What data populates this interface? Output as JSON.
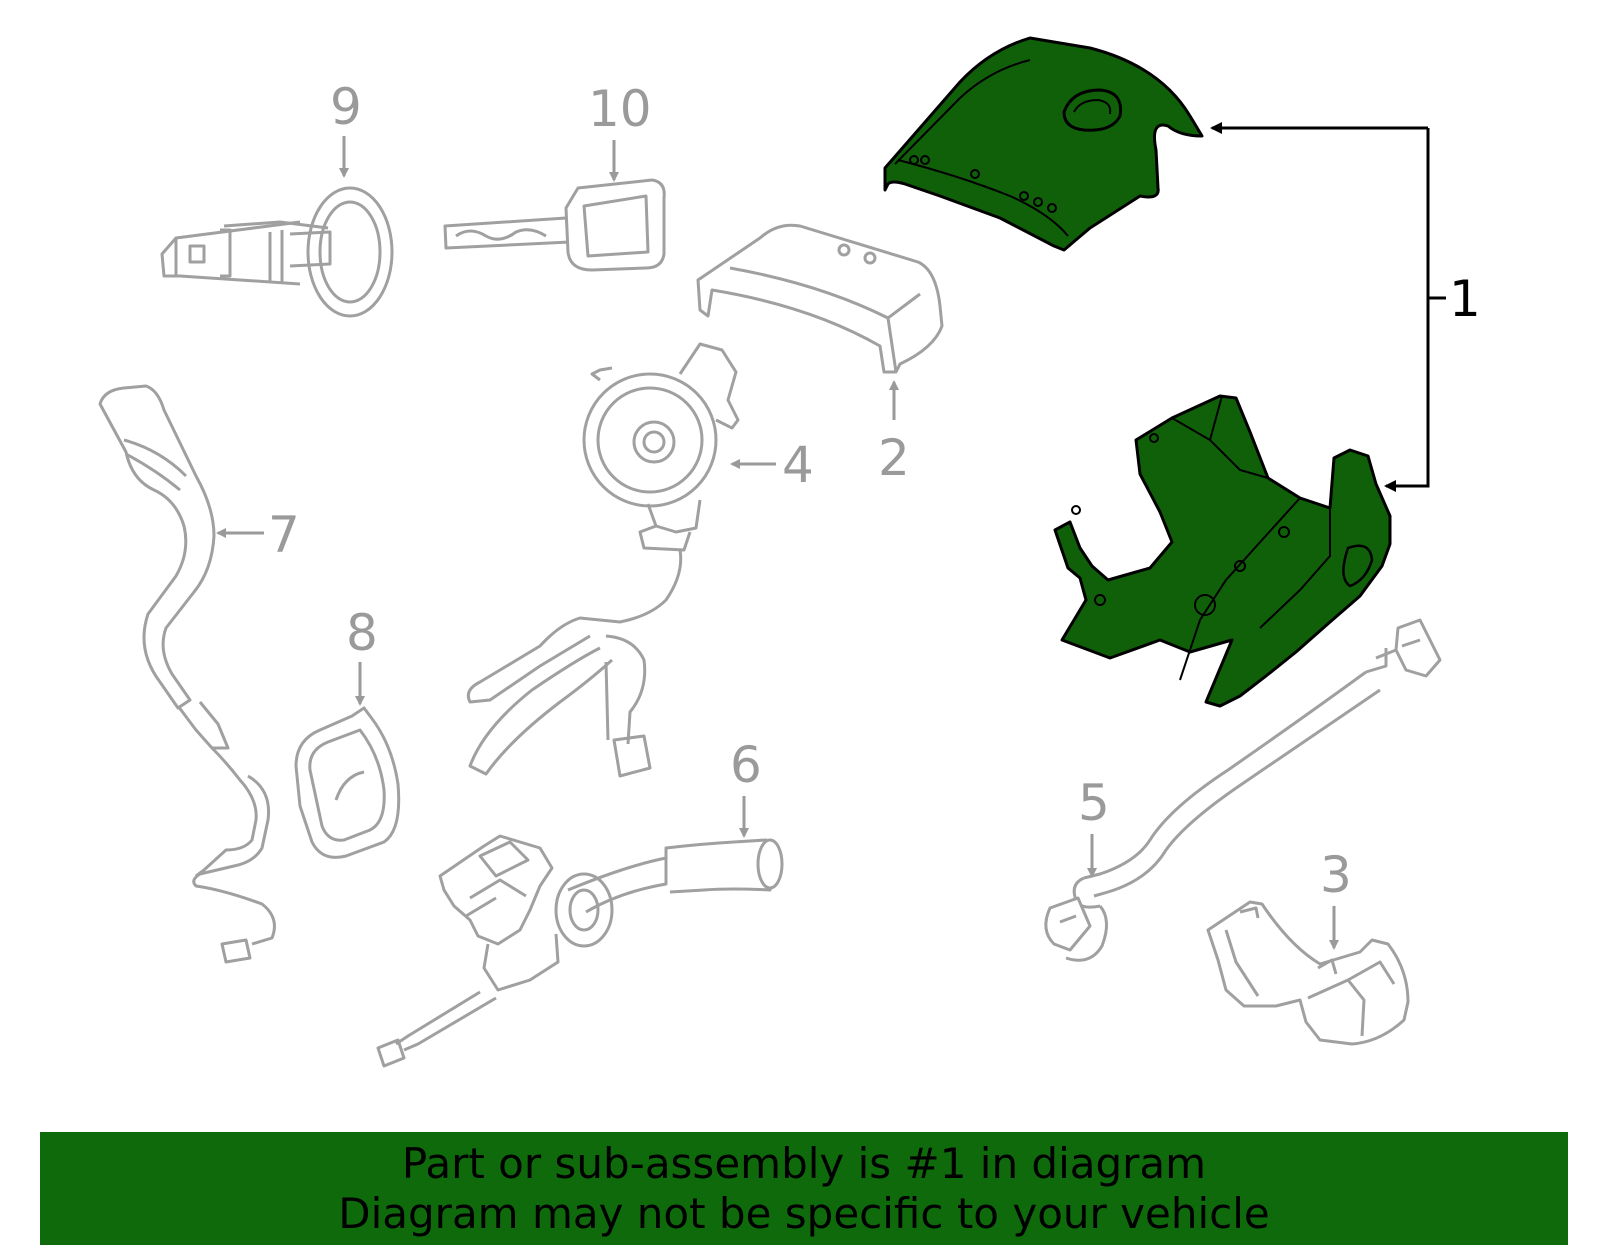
{
  "callouts": [
    {
      "id": "1",
      "label": "1",
      "highlighted": true
    },
    {
      "id": "2",
      "label": "2",
      "highlighted": false
    },
    {
      "id": "3",
      "label": "3",
      "highlighted": false
    },
    {
      "id": "4",
      "label": "4",
      "highlighted": false
    },
    {
      "id": "5",
      "label": "5",
      "highlighted": false
    },
    {
      "id": "6",
      "label": "6",
      "highlighted": false
    },
    {
      "id": "7",
      "label": "7",
      "highlighted": false
    },
    {
      "id": "8",
      "label": "8",
      "highlighted": false
    },
    {
      "id": "9",
      "label": "9",
      "highlighted": false
    },
    {
      "id": "10",
      "label": "10",
      "highlighted": false
    }
  ],
  "banner": {
    "line1": "Part or sub-assembly is #1 in diagram",
    "line2": "Diagram may not be specific to your vehicle"
  },
  "colors": {
    "highlight_green": "#10600a",
    "outline_gray": "#a0a0a0",
    "banner_green": "#0f6a0c",
    "leader_black": "#000000"
  }
}
